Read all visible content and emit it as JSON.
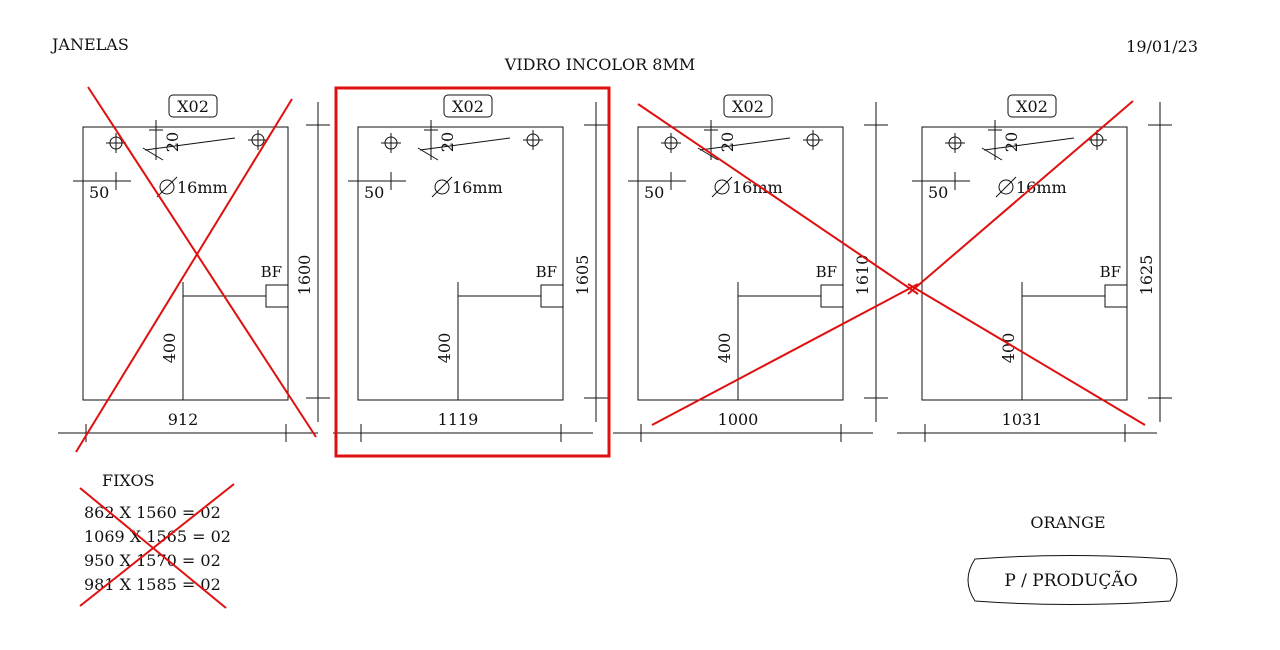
{
  "header": {
    "left_title": "JANELAS",
    "center_title": "VIDRO INCOLOR 8MM",
    "date": "19/01/23"
  },
  "panels": [
    {
      "qty_tag": "X02",
      "width": "912",
      "height": "1600",
      "hole_offset_x": "50",
      "hole_offset_y": "20",
      "hole_diameter": "16mm",
      "lock_label": "BF",
      "lock_height": "400",
      "crossed_out": true
    },
    {
      "qty_tag": "X02",
      "width": "1119",
      "height": "1605",
      "hole_offset_x": "50",
      "hole_offset_y": "20",
      "hole_diameter": "16mm",
      "lock_label": "BF",
      "lock_height": "400",
      "crossed_out": false
    },
    {
      "qty_tag": "X02",
      "width": "1000",
      "height": "1610",
      "hole_offset_x": "50",
      "hole_offset_y": "20",
      "hole_diameter": "16mm",
      "lock_label": "BF",
      "lock_height": "400",
      "crossed_out": true
    },
    {
      "qty_tag": "X02",
      "width": "1031",
      "height": "1625",
      "hole_offset_x": "50",
      "hole_offset_y": "20",
      "hole_diameter": "16mm",
      "lock_label": "BF",
      "lock_height": "400",
      "crossed_out": true
    }
  ],
  "fixos": {
    "title": "FIXOS",
    "items": [
      "862 X 1560 = 02",
      "1069 X 1565 = 02",
      "950 X 1570 = 02",
      "981 X 1585 = 02"
    ],
    "crossed_out": true
  },
  "footer": {
    "client": "ORANGE",
    "status": "P / PRODUÇÃO"
  },
  "highlight": {
    "panel_index": 1,
    "color": "#e01010"
  }
}
